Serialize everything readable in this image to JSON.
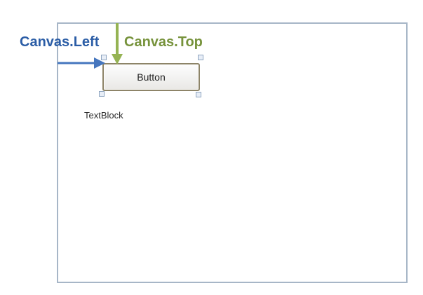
{
  "diagram": {
    "left_label": "Canvas.Left",
    "top_label": "Canvas.Top",
    "button_label": "Button",
    "textblock_label": "TextBlock"
  },
  "icons": {
    "left_arrow": "arrow-right-icon",
    "top_arrow": "arrow-down-icon"
  },
  "colors": {
    "canvas_border": "#a7b6c7",
    "left_accent": "#2b5da6",
    "left_arrow": "#4576be",
    "top_accent": "#77933c",
    "top_arrow": "#95b353",
    "button_border": "#8d8468",
    "handle_fill": "#e8eef7",
    "handle_border": "#8fa5c0"
  }
}
